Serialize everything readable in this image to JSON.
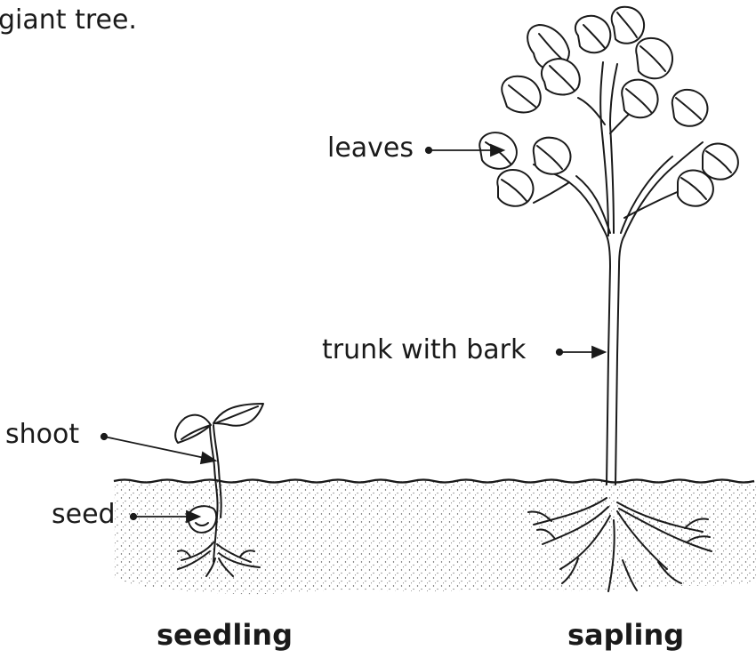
{
  "intro_text": "giant tree.",
  "labels": {
    "leaves": "leaves",
    "trunk": "trunk with bark",
    "shoot": "shoot",
    "seed": "seed"
  },
  "captions": {
    "seedling": "seedling",
    "sapling": "sapling"
  },
  "colors": {
    "ink": "#1a1a1a",
    "soil_dots": "#555555",
    "background": "#ffffff"
  }
}
